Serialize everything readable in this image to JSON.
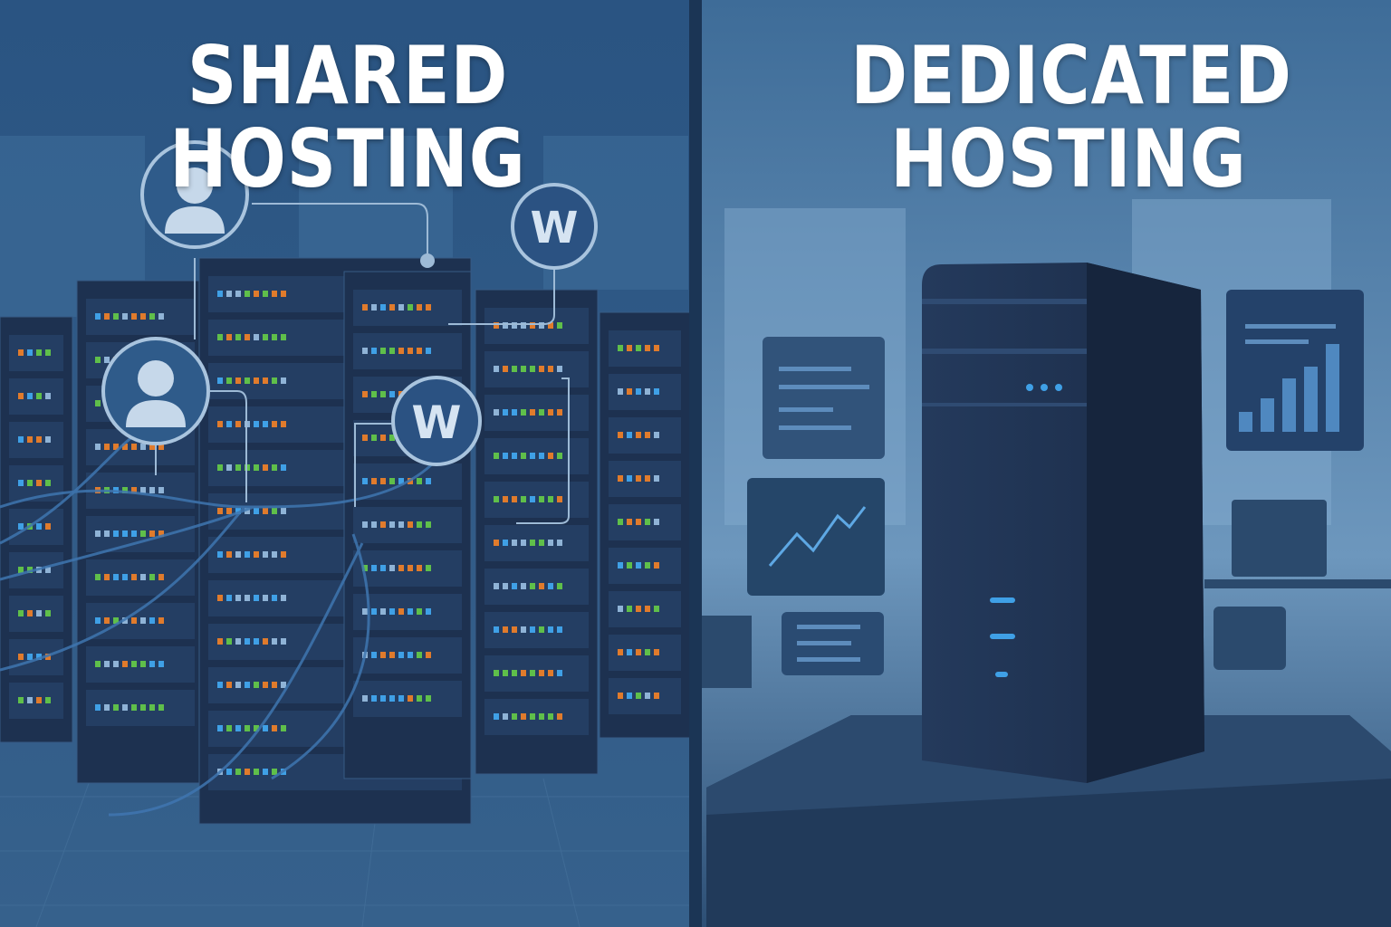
{
  "left_panel": {
    "title": "SHARED HOSTING",
    "site_badge_letter": "W"
  },
  "right_panel": {
    "title_line1": "DEDICATED",
    "title_line2": "HOSTING"
  },
  "colors": {
    "left_bg": "#2b5280",
    "right_bg": "#4d7aa3",
    "rack": "#1d3150",
    "led_green": "#5fbf4a",
    "led_orange": "#e07b2c",
    "led_blue": "#3fa0e6",
    "divider": "#1b3555"
  }
}
